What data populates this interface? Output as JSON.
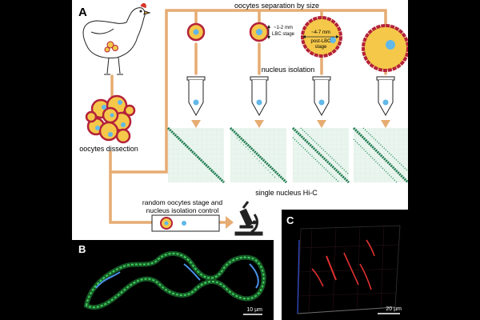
{
  "panel_a": {
    "letter": "A",
    "separation_label": "oocytes separation by size",
    "size_small_label_1": "~1-2 mm",
    "size_small_label_2": "LBC stage",
    "size_large_label_1": "~4-7 mm",
    "size_large_label_2": "post-LBC",
    "size_large_label_3": "stage",
    "nucleus_isolation_label": "nucleus isolation",
    "dissection_label": "oocytes dissection",
    "hic_label": "single nucleus Hi-C",
    "control_label_1": "random oocytes stage and",
    "control_label_2": "nucleus isolation control"
  },
  "panel_b": {
    "letter": "B",
    "scale_bar": "10 µm"
  },
  "panel_c": {
    "letter": "C",
    "scale_bar": "20 µm"
  },
  "colors": {
    "orange_line": "#e6ac72",
    "yolk": "#f5c84a",
    "membrane": "#b4213a",
    "nucleus": "#62b8e8",
    "hic_map": "#1f7a4f",
    "hic_bg": "#e6f3eb"
  }
}
